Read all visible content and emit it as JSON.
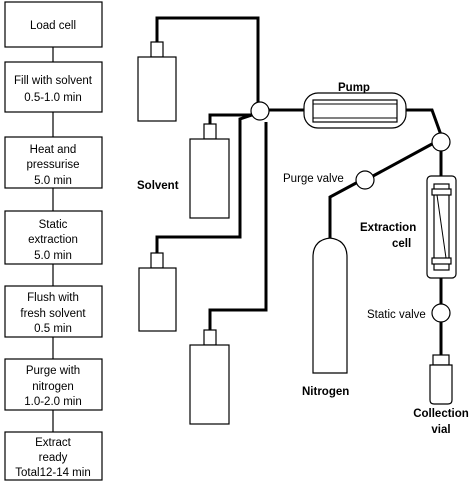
{
  "flowchart": {
    "steps": [
      [
        "Load cell"
      ],
      [
        "Fill with solvent",
        "0.5-1.0 min"
      ],
      [
        "Heat and",
        "pressurise",
        "5.0 min"
      ],
      [
        "Static",
        "extraction",
        "5.0 min"
      ],
      [
        "Flush with",
        "fresh solvent",
        "0.5 min"
      ],
      [
        "Purge with",
        "nitrogen",
        "1.0-2.0 min"
      ],
      [
        "Extract",
        "ready",
        "Total12-14 min"
      ]
    ]
  },
  "apparatus": {
    "solvent_label": "Solvent",
    "pump_label": "Pump",
    "purge_valve_label": "Purge valve",
    "extraction_cell_label": [
      "Extraction",
      "cell"
    ],
    "static_valve_label": "Static valve",
    "nitrogen_label": "Nitrogen",
    "collection_vial_label": [
      "Collection",
      "vial"
    ]
  }
}
